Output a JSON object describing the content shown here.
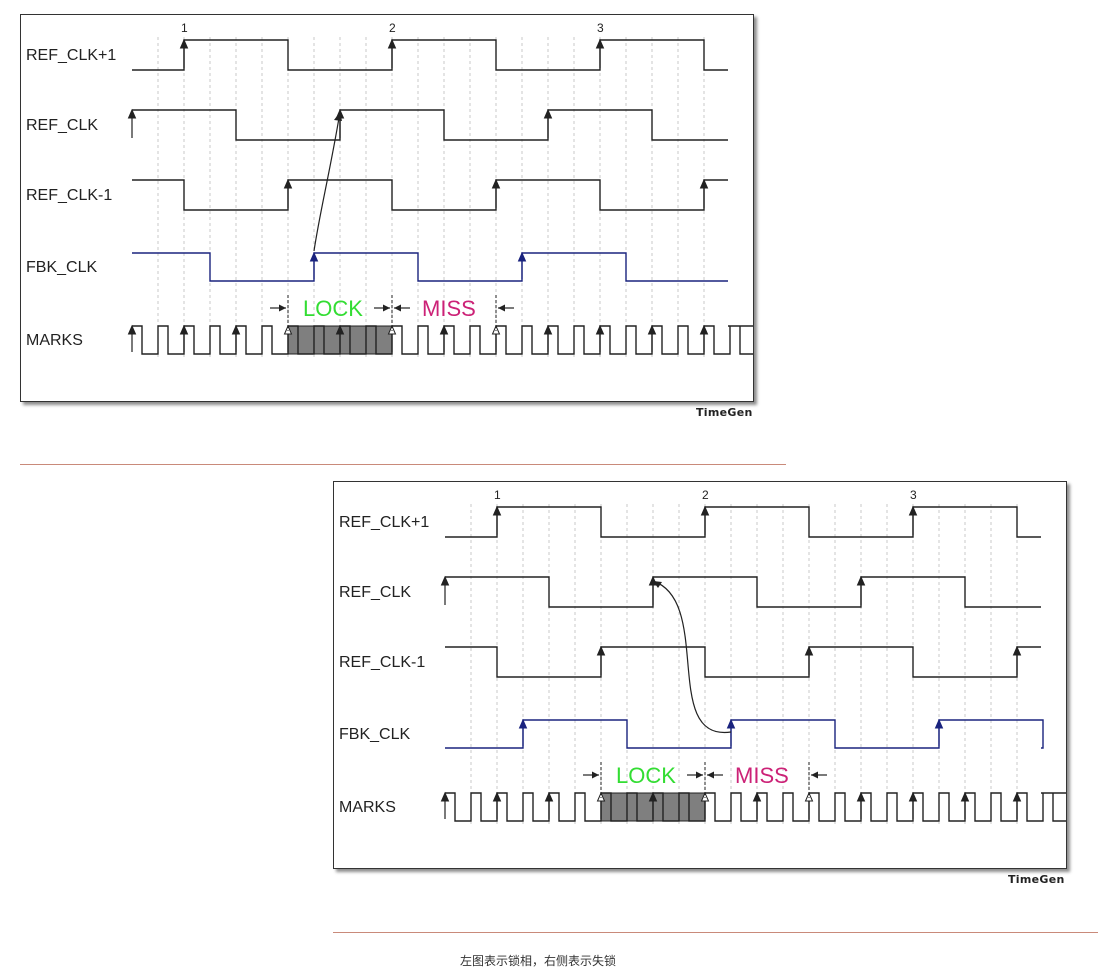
{
  "diagrams": [
    {
      "signals": [
        "REF_CLK+1",
        "REF_CLK",
        "REF_CLK-1",
        "FBK_CLK",
        "MARKS"
      ],
      "edge_numbers": [
        "1",
        "2",
        "3"
      ],
      "lock_label": "LOCK",
      "miss_label": "MISS",
      "watermark": "TimeGen",
      "state": "lock"
    },
    {
      "signals": [
        "REF_CLK+1",
        "REF_CLK",
        "REF_CLK-1",
        "FBK_CLK",
        "MARKS"
      ],
      "edge_numbers": [
        "1",
        "2",
        "3"
      ],
      "lock_label": "LOCK",
      "miss_label": "MISS",
      "watermark": "TimeGen",
      "state": "miss"
    }
  ],
  "caption": "左图表示锁相，右侧表示失锁",
  "colors": {
    "trace": "#222222",
    "fbk_trace": "#1a237e",
    "lock": "#33dd33",
    "miss": "#cc2277",
    "lock_window": "#7f7f7f",
    "divider": "#c98a7a"
  }
}
